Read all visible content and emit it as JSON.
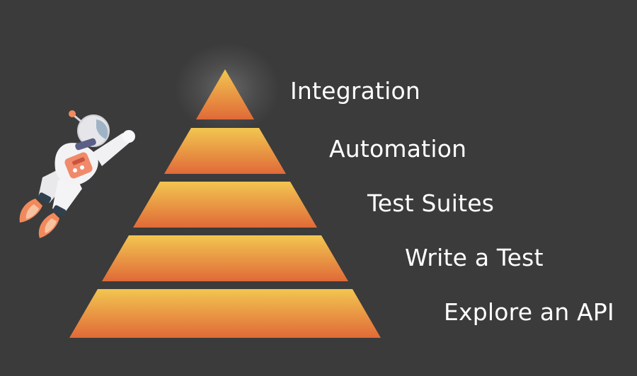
{
  "pyramid": {
    "levels": [
      {
        "label": "Integration"
      },
      {
        "label": "Automation"
      },
      {
        "label": "Test Suites"
      },
      {
        "label": "Write a Test"
      },
      {
        "label": "Explore an API"
      }
    ]
  },
  "colors": {
    "background": "#3b3b3b",
    "tier_top": "#f0c24e",
    "tier_bottom": "#e16f3a",
    "text": "#ffffff"
  },
  "illustration": {
    "icon": "astronaut-jetpack-icon"
  }
}
